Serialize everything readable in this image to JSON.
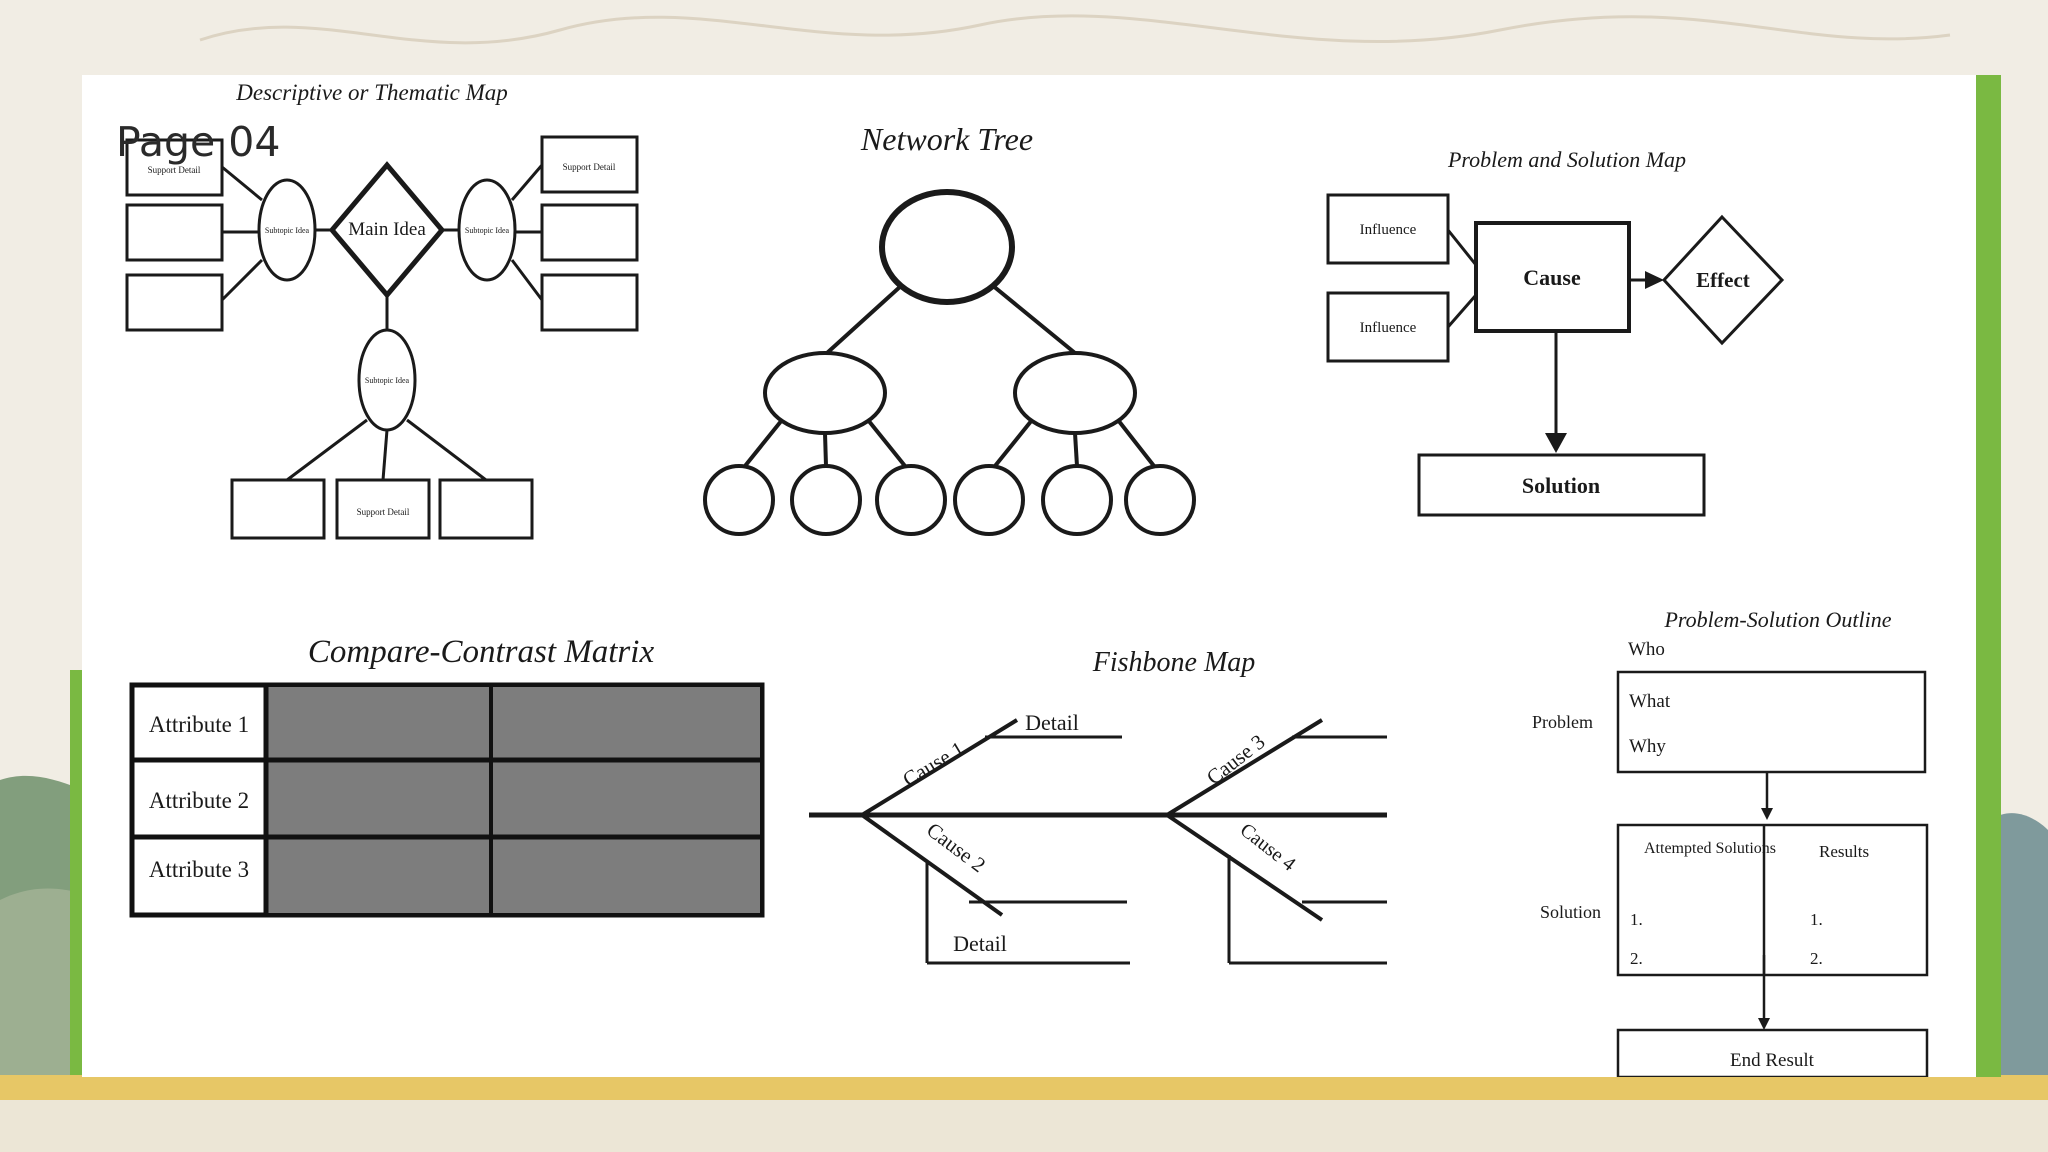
{
  "slide": {
    "page_label": "Page 04",
    "colors": {
      "accent_green": "#7ab942",
      "panel": "#ffffff",
      "ink": "#1a1a1a",
      "matrix_fill": "#7d7d7d",
      "background": "#f1ede4"
    }
  },
  "diagrams": {
    "thematic_map": {
      "title": "Descriptive or Thematic Map",
      "main": "Main Idea",
      "subtopic": "Subtopic Idea",
      "support": "Support Detail"
    },
    "network_tree": {
      "title": "Network Tree"
    },
    "problem_solution_map": {
      "title": "Problem and Solution Map",
      "influence": "Influence",
      "cause": "Cause",
      "effect": "Effect",
      "solution": "Solution"
    },
    "compare_contrast": {
      "title": "Compare-Contrast Matrix",
      "rows": [
        "Attribute 1",
        "Attribute 2",
        "Attribute 3"
      ]
    },
    "fishbone": {
      "title": "Fishbone Map",
      "causes": [
        "Cause 1",
        "Cause 2",
        "Cause 3",
        "Cause 4"
      ],
      "detail": "Detail"
    },
    "problem_solution_outline": {
      "title": "Problem-Solution Outline",
      "who": "Who",
      "what": "What",
      "why": "Why",
      "problem_label": "Problem",
      "solution_label": "Solution",
      "attempted": "Attempted Solutions",
      "results": "Results",
      "item1": "1.",
      "item2": "2.",
      "end_result": "End Result"
    }
  }
}
